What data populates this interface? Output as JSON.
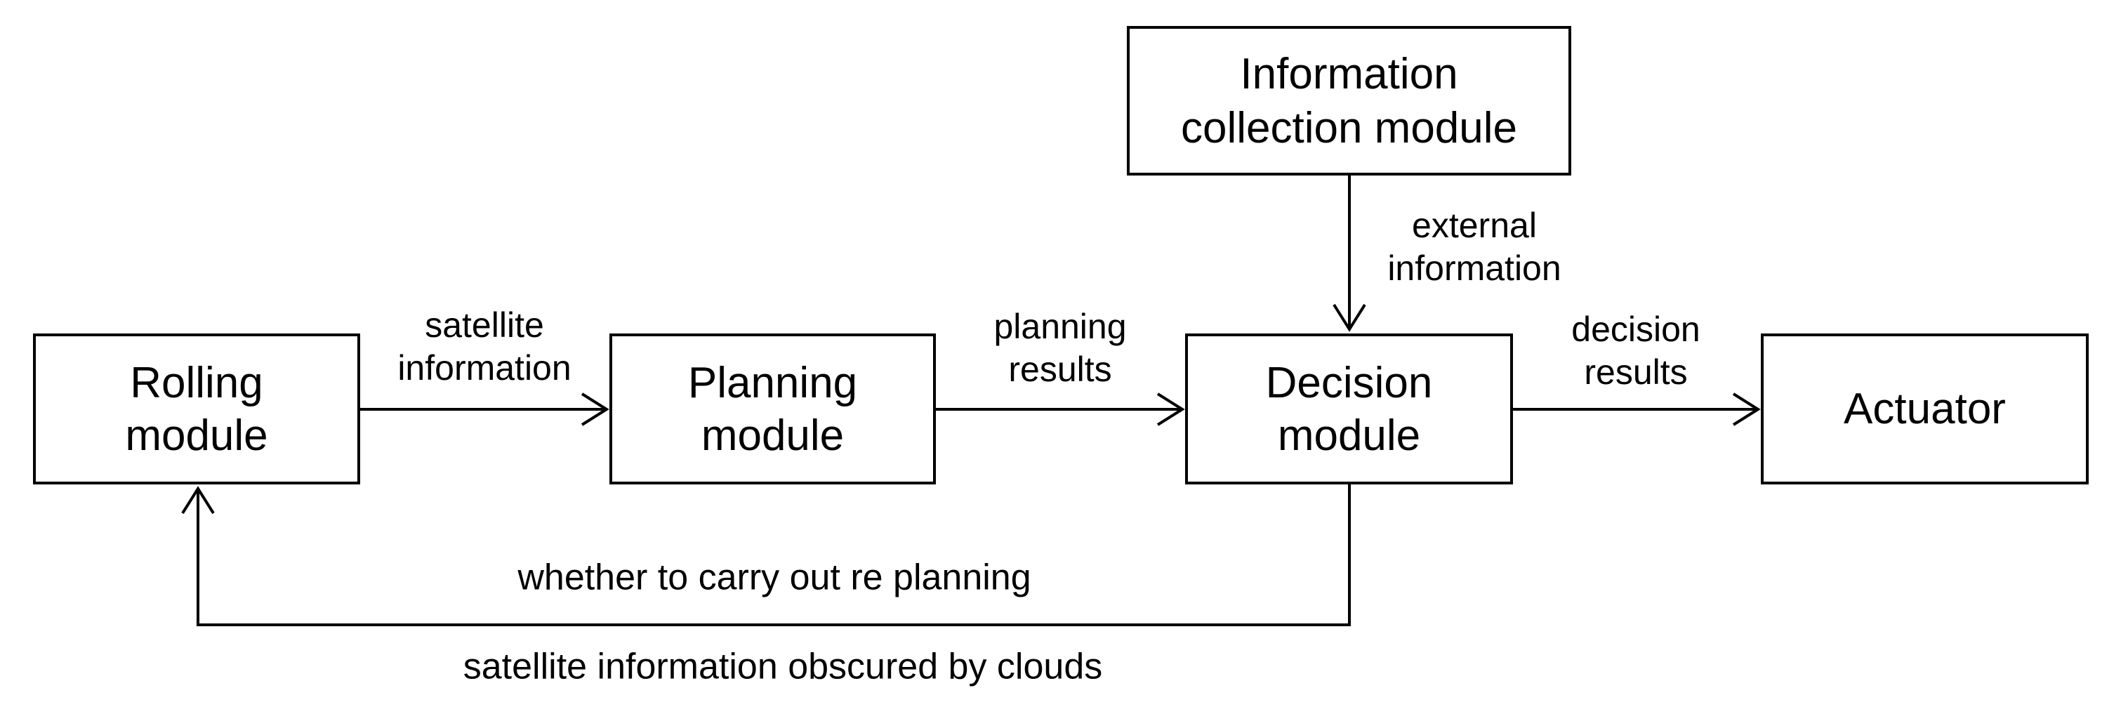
{
  "colors": {
    "ink": "#000000",
    "paper": "#ffffff"
  },
  "boxes": {
    "info_collection": {
      "line1": "Information",
      "line2": "collection module"
    },
    "rolling": {
      "line1": "Rolling",
      "line2": "module"
    },
    "planning": {
      "line1": "Planning",
      "line2": "module"
    },
    "decision": {
      "line1": "Decision",
      "line2": "module"
    },
    "actuator": {
      "line1": "Actuator"
    }
  },
  "edge_labels": {
    "rolling_to_planning": {
      "line1": "satellite",
      "line2": "information"
    },
    "planning_to_decision": {
      "line1": "planning",
      "line2": "results"
    },
    "info_to_decision": {
      "line1": "external",
      "line2": "information"
    },
    "decision_to_actuator": {
      "line1": "decision",
      "line2": "results"
    },
    "feedback_above_line": "whether to carry out re planning",
    "feedback_below_line": "satellite information obscured by clouds"
  }
}
